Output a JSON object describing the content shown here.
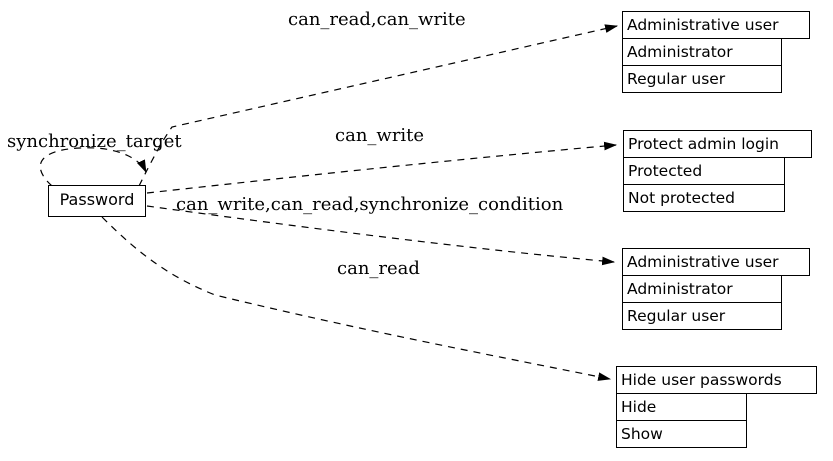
{
  "diagram": {
    "node": {
      "label": "Password"
    },
    "self_loop": {
      "label": "synchronize_target"
    },
    "edges": [
      {
        "label": "can_read,can_write"
      },
      {
        "label": "can_write"
      },
      {
        "label": "can_write,can_read,synchronize_condition"
      },
      {
        "label": "can_read"
      }
    ],
    "tables": [
      {
        "title": "Administrative user",
        "options": [
          "Administrator",
          "Regular user"
        ]
      },
      {
        "title": "Protect admin login",
        "options": [
          "Protected",
          "Not protected"
        ]
      },
      {
        "title": "Administrative user",
        "options": [
          "Administrator",
          "Regular user"
        ]
      },
      {
        "title": "Hide user passwords",
        "options": [
          "Hide",
          "Show"
        ]
      }
    ],
    "colors": {
      "stroke": "#000000",
      "background": "#ffffff"
    }
  }
}
